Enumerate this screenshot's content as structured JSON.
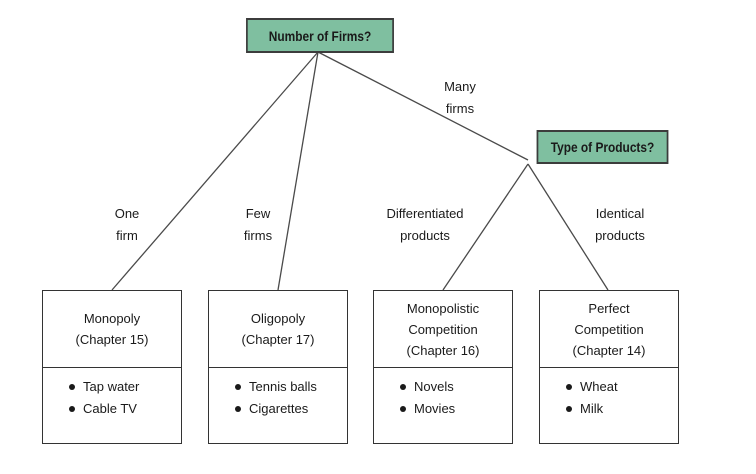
{
  "root_question": "Number of Firms?",
  "sub_question": "Type of Products?",
  "branches": {
    "one_firm": [
      "One",
      "firm"
    ],
    "few_firms": [
      "Few",
      "firms"
    ],
    "many_firms": [
      "Many",
      "firms"
    ],
    "differentiated": [
      "Differentiated",
      "products"
    ],
    "identical": [
      "Identical",
      "products"
    ]
  },
  "markets": [
    {
      "lines": [
        "Monopoly",
        "(Chapter 15)"
      ],
      "examples": [
        "Tap water",
        "Cable TV"
      ]
    },
    {
      "lines": [
        "Oligopoly",
        "(Chapter 17)"
      ],
      "examples": [
        "Tennis balls",
        "Cigarettes"
      ]
    },
    {
      "lines": [
        "Monopolistic",
        "Competition",
        "(Chapter 16)"
      ],
      "examples": [
        "Novels",
        "Movies"
      ]
    },
    {
      "lines": [
        "Perfect",
        "Competition",
        "(Chapter 14)"
      ],
      "examples": [
        "Wheat",
        "Milk"
      ]
    }
  ],
  "colors": {
    "question_fill": "#7fbfa0",
    "line": "#4a4a4a"
  }
}
